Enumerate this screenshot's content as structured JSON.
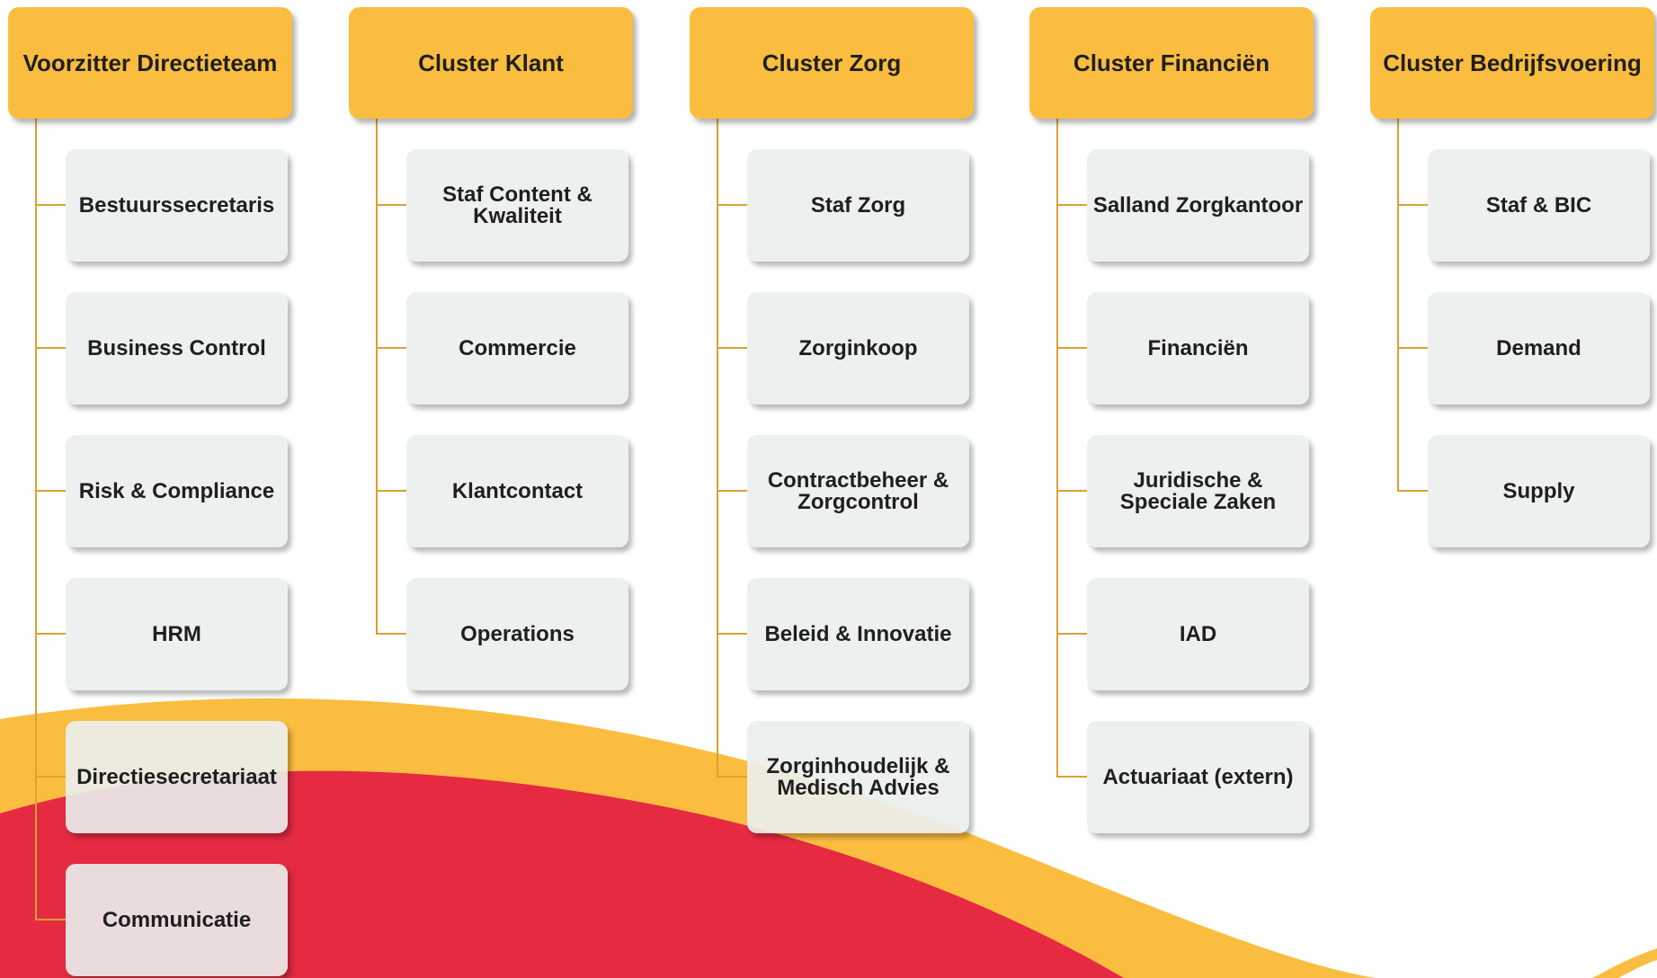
{
  "colors": {
    "header_bg": "#fbbd3f",
    "connector": "#d9a233",
    "box_bg": "#eaefee",
    "wave_yellow": "#fbbd3f",
    "wave_red": "#e52a42",
    "wave_light": "#f0f0f0"
  },
  "columns": [
    {
      "title": "Voorzitter Directieteam",
      "units": [
        "Bestuurssecretaris",
        "Business Control",
        "Risk & Compliance",
        "HRM",
        "Directiesecretariaat",
        "Communicatie"
      ]
    },
    {
      "title": "Cluster Klant",
      "units": [
        "Staf Content &\nKwaliteit",
        "Commercie",
        "Klantcontact",
        "Operations"
      ]
    },
    {
      "title": "Cluster Zorg",
      "units": [
        "Staf Zorg",
        "Zorginkoop",
        "Contractbeheer &\nZorgcontrol",
        "Beleid & Innovatie",
        "Zorginhoudelijk &\nMedisch Advies"
      ]
    },
    {
      "title": "Cluster Financiën",
      "units": [
        "Salland Zorgkantoor",
        "Financiën",
        "Juridische &\nSpeciale Zaken",
        "IAD",
        "Actuariaat (extern)"
      ]
    },
    {
      "title": "Cluster Bedrijfsvoering",
      "units": [
        "Staf & BIC",
        "Demand",
        "Supply"
      ]
    }
  ]
}
